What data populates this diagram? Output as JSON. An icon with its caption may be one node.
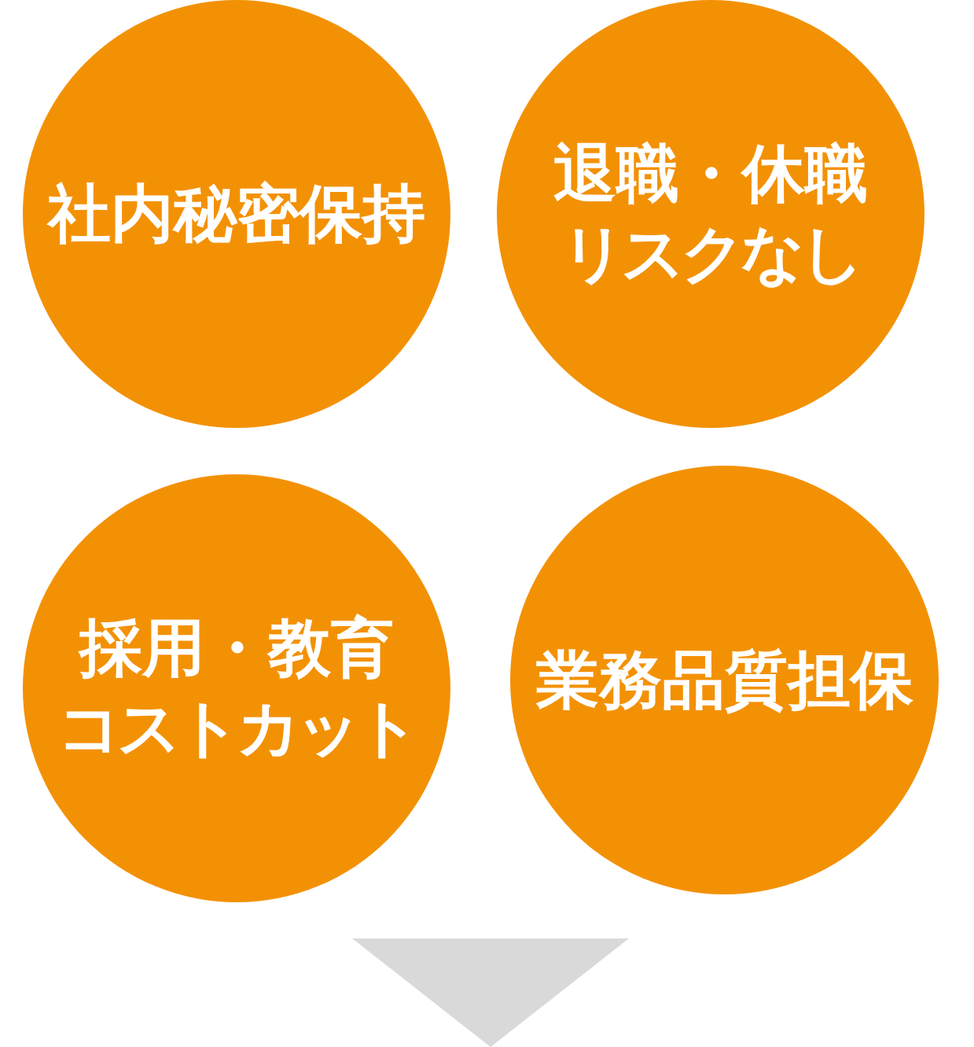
{
  "diagram": {
    "nodes": [
      {
        "text": [
          "社内秘密保持"
        ]
      },
      {
        "text": [
          "退職・休職リスクなし"
        ]
      },
      {
        "text": [
          "採用・教育コストカット"
        ]
      },
      {
        "text": [
          "業務品質担保"
        ]
      }
    ]
  }
}
